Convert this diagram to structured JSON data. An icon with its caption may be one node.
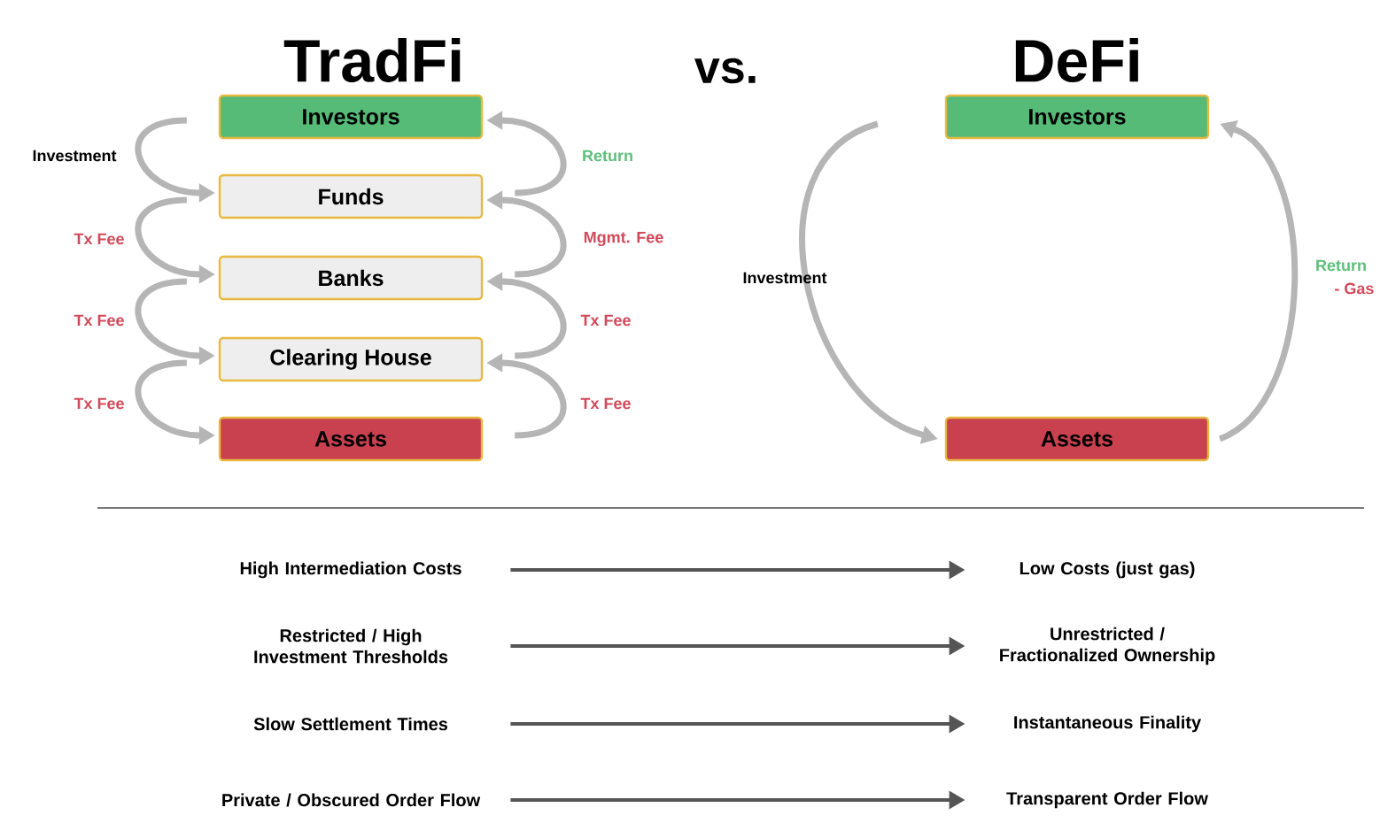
{
  "diagram": {
    "nodes": [
      {
        "text": [
          "Investors"
        ]
      },
      {
        "text": [
          "Funds"
        ]
      },
      {
        "text": [
          "Banks"
        ]
      },
      {
        "text": [
          "Clearing House"
        ]
      },
      {
        "text": [
          "Assets"
        ]
      },
      {
        "text": [
          "Investors"
        ]
      },
      {
        "text": [
          "Assets"
        ]
      },
      {
        "text": [
          "High Intermediation Costs"
        ]
      },
      {
        "text": [
          "Low Costs (just gas)"
        ]
      },
      {
        "text": [
          "Restricted / High Investment Thresholds"
        ]
      },
      {
        "text": [
          "Unrestricted / Fractionalized Ownership"
        ]
      },
      {
        "text": [
          "Slow Settlement Times"
        ]
      },
      {
        "text": [
          "Instantaneous Finality"
        ]
      },
      {
        "text": [
          "Private / Obscured Order Flow"
        ]
      },
      {
        "text": [
          "Transparent Order Flow"
        ]
      }
    ],
    "edges": [
      {
        "from": 0,
        "to": 1,
        "arrow": "to",
        "label": "Investment"
      },
      {
        "from": 1,
        "to": 2,
        "arrow": "to",
        "label": "Tx Fee"
      },
      {
        "from": 2,
        "to": 3,
        "arrow": "to",
        "label": "Tx Fee"
      },
      {
        "from": 3,
        "to": 4,
        "arrow": "to",
        "label": "Tx Fee"
      },
      {
        "from": 1,
        "to": 0,
        "arrow": "to",
        "label": "Return"
      },
      {
        "from": 2,
        "to": 1,
        "arrow": "to",
        "label": "Mgmt. Fee"
      },
      {
        "from": 3,
        "to": 2,
        "arrow": "to",
        "label": "Tx Fee"
      },
      {
        "from": 4,
        "to": 3,
        "arrow": "to",
        "label": "Tx Fee"
      },
      {
        "from": 5,
        "to": 6,
        "arrow": "to",
        "label": "Investment"
      },
      {
        "from": 6,
        "to": 5,
        "arrow": "to",
        "label": "Return"
      },
      {
        "from": 7,
        "to": 8,
        "arrow": "to",
        "color": "#555555"
      },
      {
        "from": 9,
        "to": 10,
        "arrow": "to",
        "color": "#555555"
      },
      {
        "from": 11,
        "to": 12,
        "arrow": "to",
        "color": "#555555"
      },
      {
        "from": 13,
        "to": 14,
        "arrow": "to",
        "color": "#555555"
      }
    ],
    "labels": [
      "TradFi",
      "vs.",
      "DeFi",
      "- Gas"
    ]
  }
}
